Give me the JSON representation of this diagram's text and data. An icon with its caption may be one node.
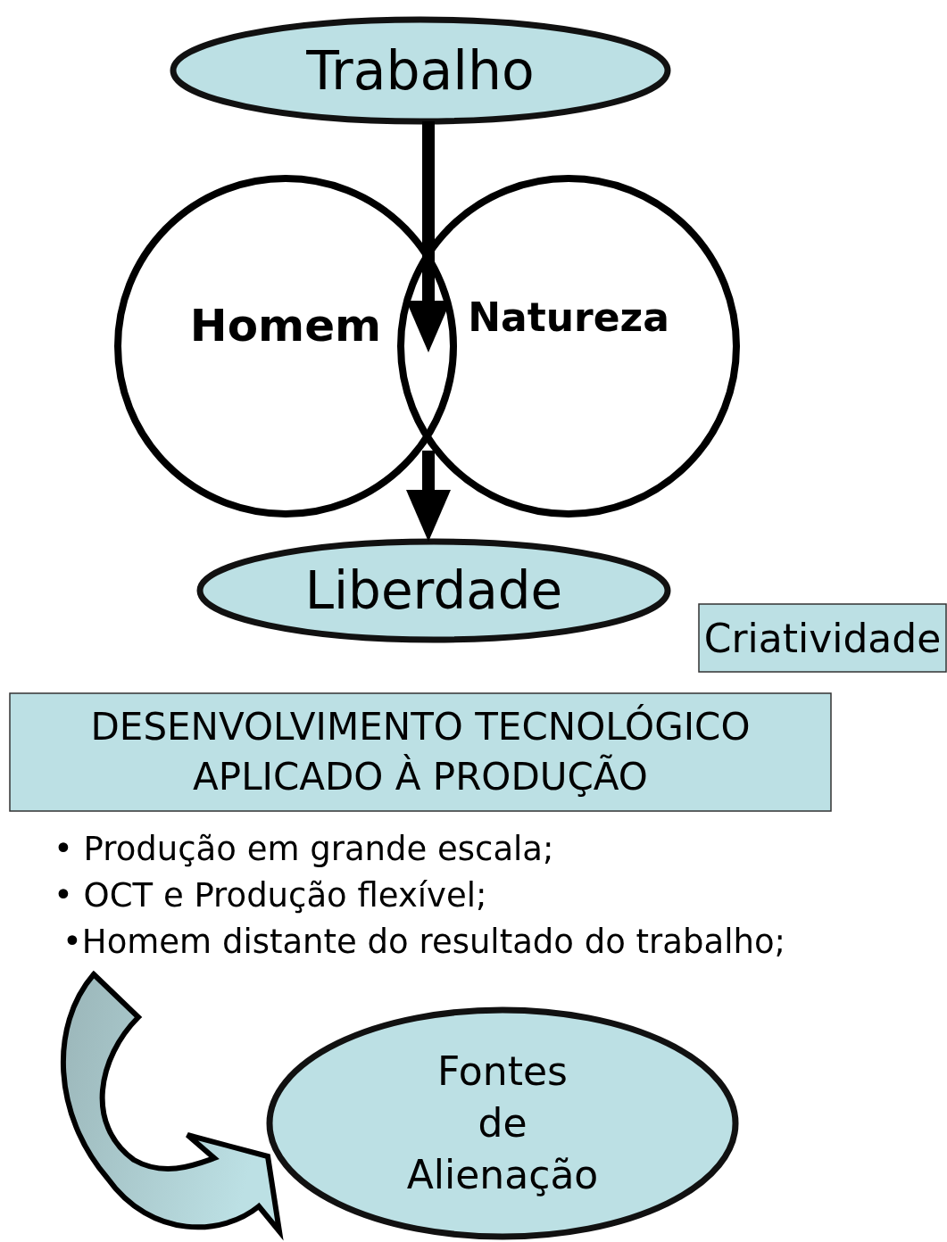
{
  "diagram": {
    "nodes": [
      {
        "text": [
          "Trabalho"
        ]
      },
      {
        "text": [
          "Homem"
        ]
      },
      {
        "text": [
          "Natureza"
        ]
      },
      {
        "text": [
          "Liberdade"
        ]
      },
      {
        "text": [
          "Criatividade"
        ]
      },
      {
        "text": [
          "DESENVOLVIMENTO TECNOLÓGICO APLICADO À PRODUÇÃO"
        ]
      },
      {
        "text": [
          "• Produção em grande escala;",
          "• OCT e Produção flexível;",
          "•Homem distante do resultado do trabalho;"
        ]
      },
      {
        "text": [
          "Fontes de Alienação"
        ]
      }
    ],
    "edges": [
      {
        "from": 0,
        "to": 1,
        "arrow": "to"
      },
      {
        "from": 0,
        "to": 2,
        "arrow": "to"
      },
      {
        "from": 1,
        "to": 3,
        "arrow": "to"
      },
      {
        "from": 2,
        "to": 3,
        "arrow": "to"
      },
      {
        "from": 6,
        "to": 7,
        "arrow": "to",
        "style": "thick",
        "color": "#9ab5b8"
      }
    ]
  }
}
